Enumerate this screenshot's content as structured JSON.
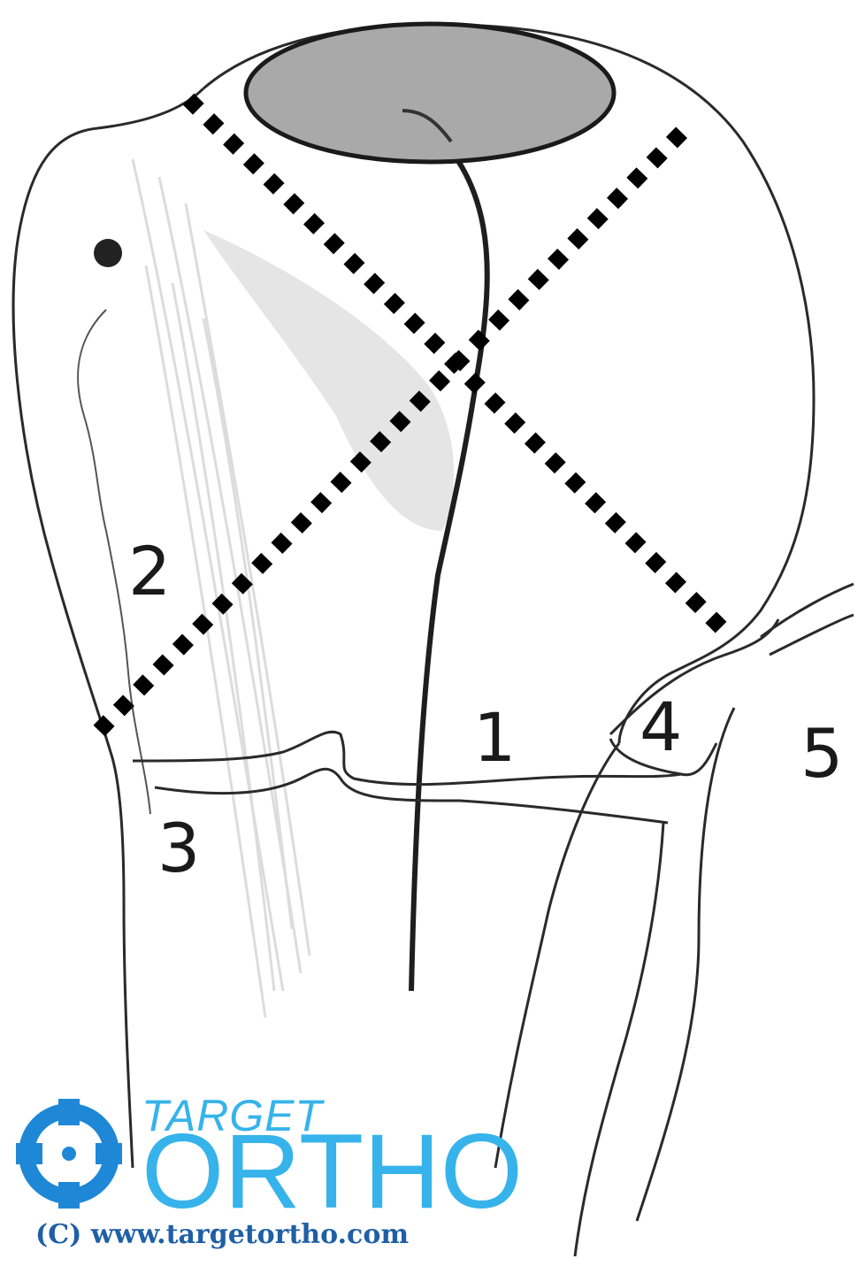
{
  "diagram": {
    "labels": {
      "l1": "1",
      "l2": "2",
      "l3": "3",
      "l4": "4",
      "l5": "5"
    },
    "colors": {
      "bone_outline": "#2a2a2a",
      "articular_surface": "#a9a9a9",
      "dotted_line": "#000000",
      "shading": "#cfcfcf"
    }
  },
  "watermark": {
    "brand_top": "TARGET",
    "brand_main": "ORTHO",
    "copyright": "(C) www.targetortho.com",
    "icon": "crosshair-target-icon",
    "colors": {
      "brand": "#36b3ea",
      "copyright": "#1f5fa6"
    }
  }
}
